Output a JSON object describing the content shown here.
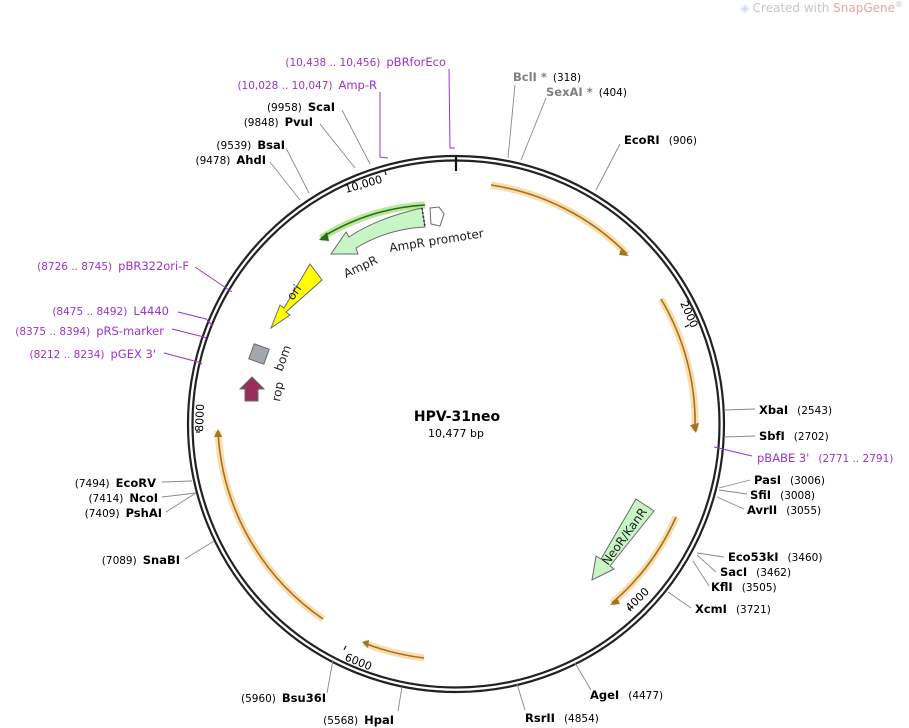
{
  "watermark": {
    "prefix": "Created with ",
    "brand": "SnapGene",
    "mark": "®"
  },
  "plasmid": {
    "name": "HPV-31neo",
    "size_label": "10,477 bp",
    "length": 10477
  },
  "ticks": [
    "2000",
    "4000",
    "6000",
    "8000",
    "10,000"
  ],
  "sites": [
    {
      "name": "BclI",
      "star": " *",
      "pos": "(318)",
      "grey": true
    },
    {
      "name": "SexAI",
      "star": " *",
      "pos": "(404)",
      "grey": true
    },
    {
      "name": "EcoRI",
      "pos": "(906)"
    },
    {
      "name": "XbaI",
      "pos": "(2543)"
    },
    {
      "name": "SbfI",
      "pos": "(2702)"
    },
    {
      "name": "PasI",
      "pos": "(3006)"
    },
    {
      "name": "SfiI",
      "pos": "(3008)"
    },
    {
      "name": "AvrII",
      "pos": "(3055)"
    },
    {
      "name": "Eco53kI",
      "pos": "(3460)"
    },
    {
      "name": "SacI",
      "pos": "(3462)"
    },
    {
      "name": "KflI",
      "pos": "(3505)"
    },
    {
      "name": "XcmI",
      "pos": "(3721)"
    },
    {
      "name": "AgeI",
      "pos": "(4477)"
    },
    {
      "name": "RsrII",
      "pos": "(4854)"
    },
    {
      "name": "HpaI",
      "pos": "(5568)"
    },
    {
      "name": "Bsu36I",
      "pos": "(5960)"
    },
    {
      "name": "SnaBI",
      "pos": "(7089)"
    },
    {
      "name": "PshAI",
      "pos": "(7409)"
    },
    {
      "name": "NcoI",
      "pos": "(7414)"
    },
    {
      "name": "EcoRV",
      "pos": "(7494)"
    },
    {
      "name": "AhdI",
      "pos": "(9478)"
    },
    {
      "name": "BsaI",
      "pos": "(9539)"
    },
    {
      "name": "PvuI",
      "pos": "(9848)"
    },
    {
      "name": "ScaI",
      "pos": "(9958)"
    }
  ],
  "primers": [
    {
      "name": "pBRforEco",
      "range": "(10,438 .. 10,456)"
    },
    {
      "name": "Amp-R",
      "range": "(10,028 .. 10,047)"
    },
    {
      "name": "pBR322ori-F",
      "range": "(8726 .. 8745)"
    },
    {
      "name": "L4440",
      "range": "(8475 .. 8492)"
    },
    {
      "name": "pRS-marker",
      "range": "(8375 .. 8394)"
    },
    {
      "name": "pGEX 3'",
      "range": "(8212 .. 8234)"
    },
    {
      "name": "pBABE 3'",
      "range": "(2771 .. 2791)"
    }
  ],
  "features": [
    {
      "name": "NeoR/KanR",
      "color": "#c7f5c5"
    },
    {
      "name": "AmpR",
      "color": "#c7f5c5"
    },
    {
      "name": "AmpR promoter",
      "color": "#ffffff"
    },
    {
      "name": "ori",
      "color": "#ffff00"
    },
    {
      "name": "bom",
      "color": "#a2a7ad"
    },
    {
      "name": "rop",
      "color": "#992d5b"
    }
  ],
  "colors": {
    "primer": "#9933cc",
    "orf_arrow": "#a07520",
    "orf_glow": "#fbdcaa",
    "green_arrow": "#2a6e1a",
    "green_glow": "#b9e89b",
    "site_grey": "#808080",
    "site_black": "#000000"
  }
}
